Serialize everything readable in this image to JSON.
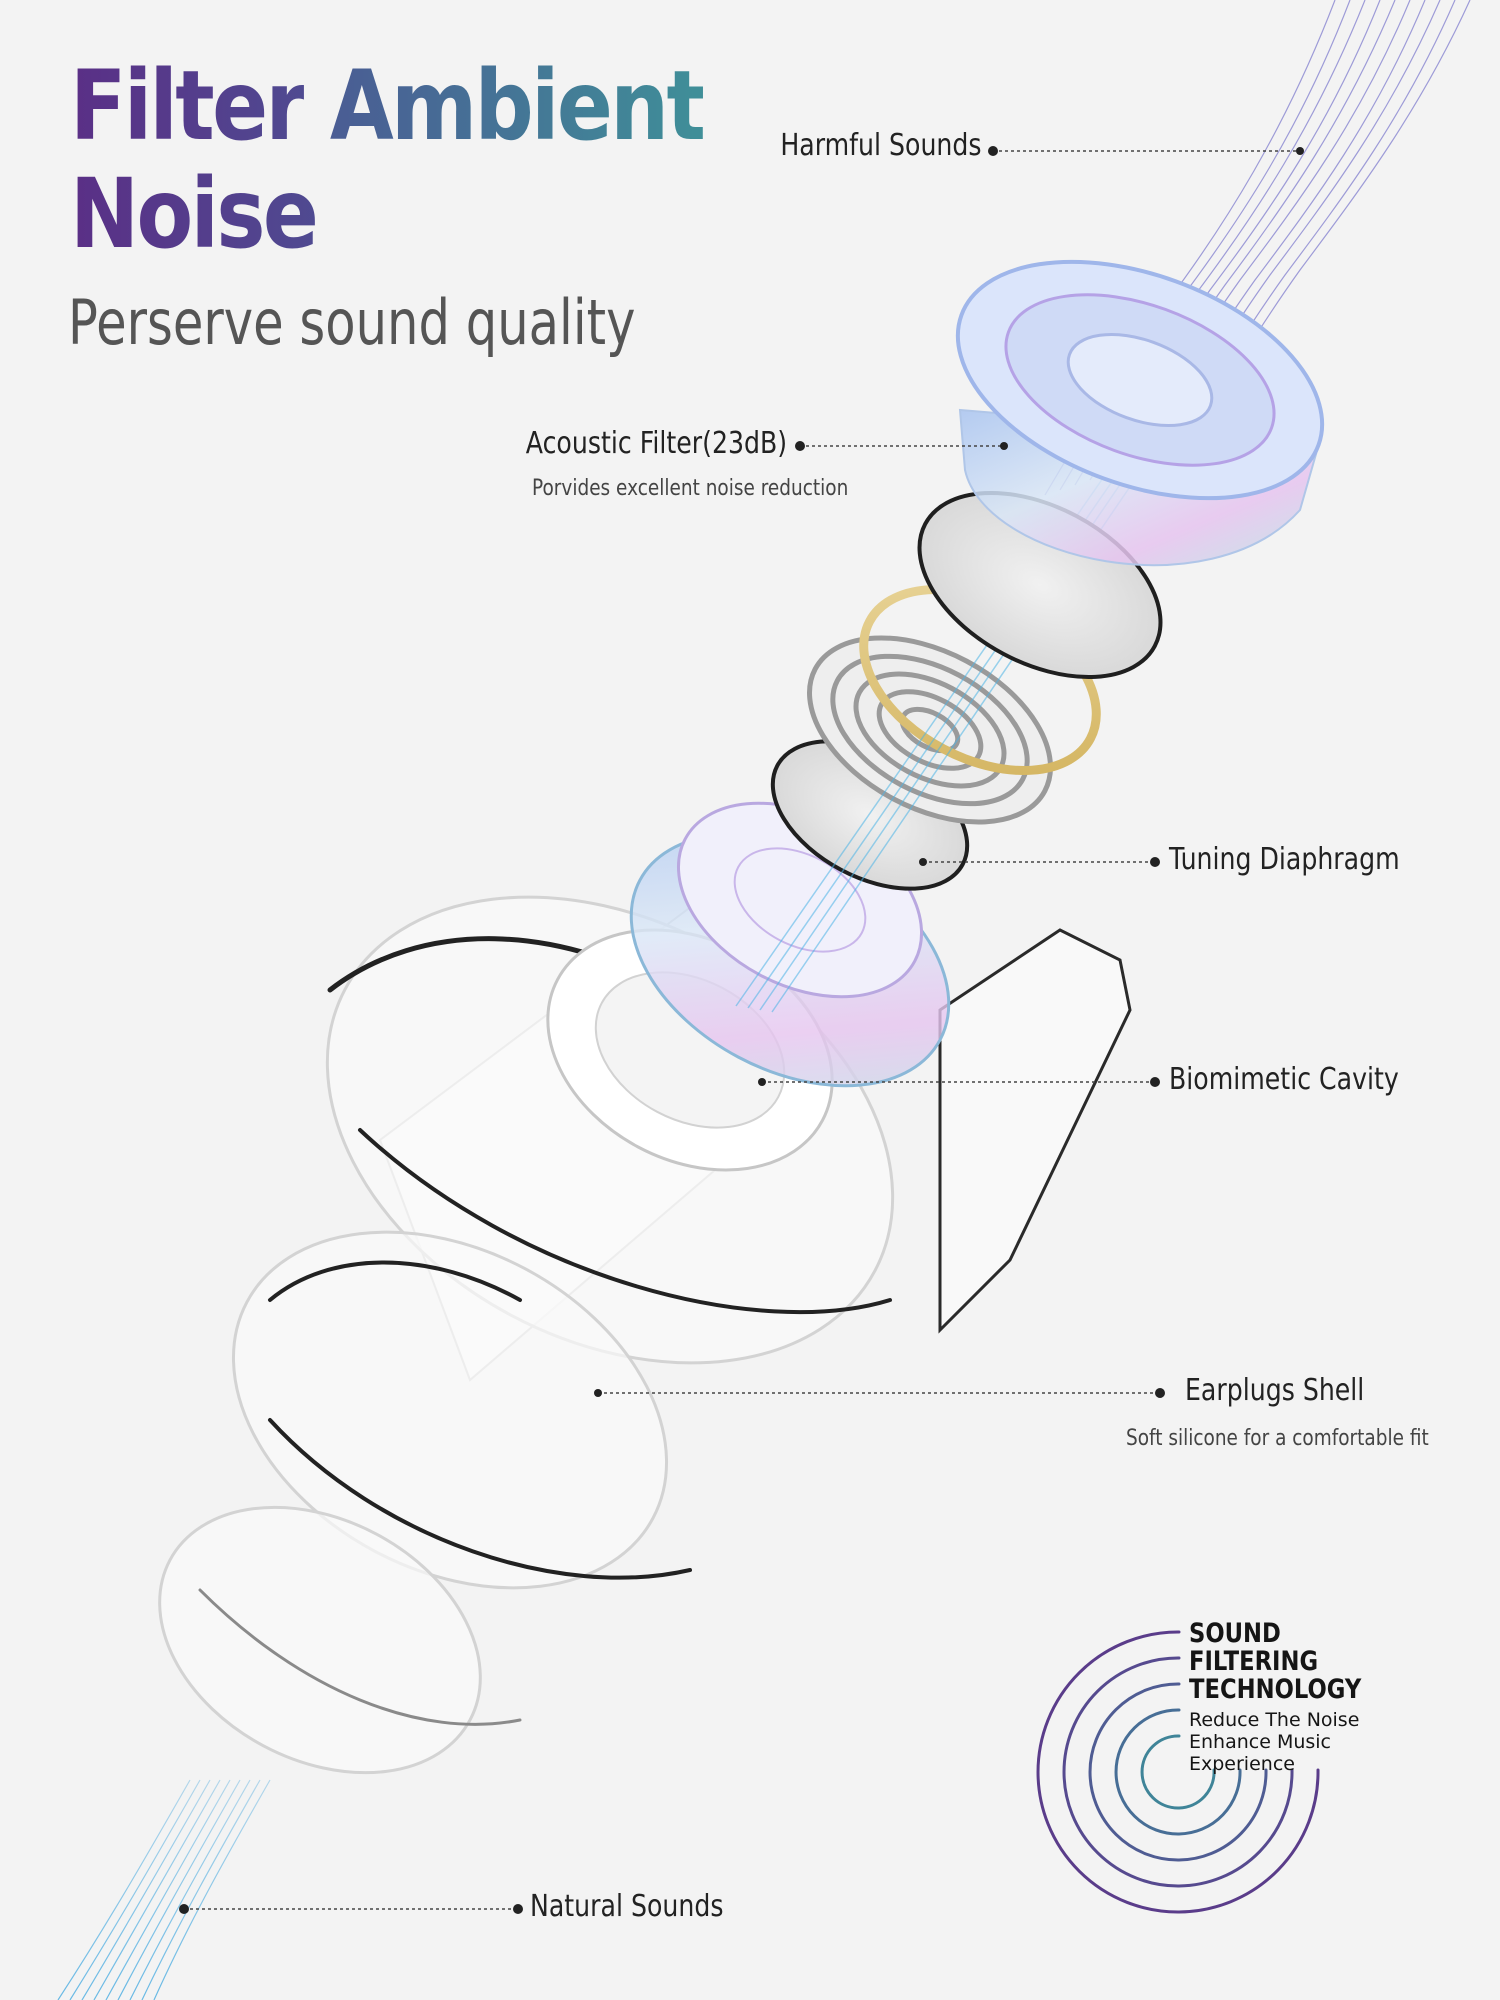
{
  "headline": {
    "word1": "Filter",
    "word2": "Ambient",
    "word3": "Noise"
  },
  "subtitle": "Perserve sound quality",
  "callouts": {
    "harmful_sounds": "Harmful Sounds",
    "acoustic_filter": "Acoustic Filter(23dB)",
    "acoustic_filter_desc": "Porvides excellent noise reduction",
    "tuning_diaphragm": "Tuning Diaphragm",
    "biomimetic_cavity": "Biomimetic Cavity",
    "earplugs_shell": "Earplugs Shell",
    "earplugs_shell_desc": "Soft silicone for a comfortable fit",
    "natural_sounds": "Natural Sounds"
  },
  "badge": {
    "title": [
      "SOUND",
      "FILTERING",
      "TECHNOLOGY"
    ],
    "text": [
      "Reduce The Noise",
      "Enhance Music",
      "Experience"
    ]
  },
  "colors": {
    "purple": "#5a2f86",
    "teal": "#3f8f98",
    "background": "#f3f3f3"
  }
}
